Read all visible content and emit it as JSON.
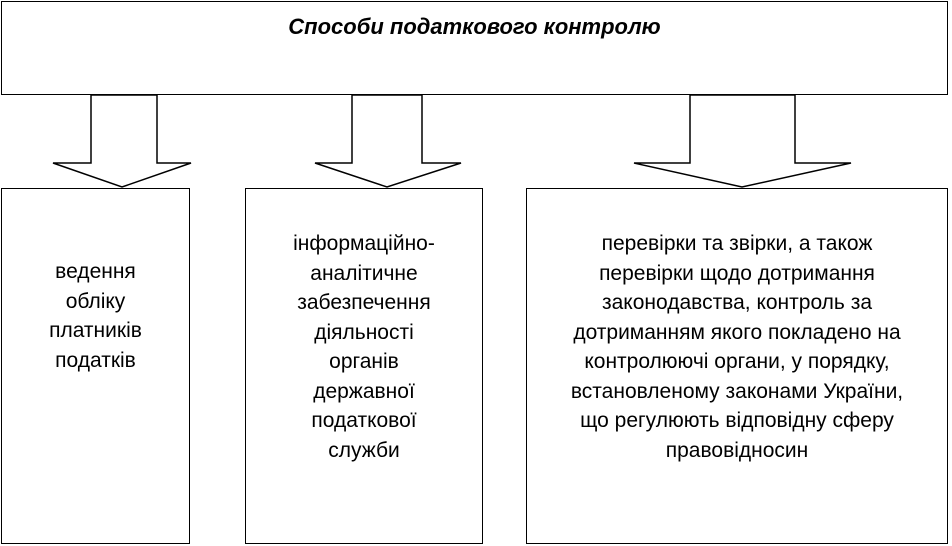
{
  "diagram": {
    "title": "Способи податкового контролю",
    "boxes": [
      {
        "text": "ведення\nобліку\nплатників\nподатків"
      },
      {
        "text": "інформаційно-\nаналітичне\nзабезпечення\nдіяльності\nорганів\nдержавної\nподаткової\nслужби"
      },
      {
        "text": "перевірки та звірки, а також\nперевірки щодо дотримання\nзаконодавства, контроль за\nдотриманням якого покладено на\nконтролюючі органи, у порядку,\nвстановленому законами України,\nщо регулюють відповідну сферу\nправовідносин"
      }
    ]
  }
}
